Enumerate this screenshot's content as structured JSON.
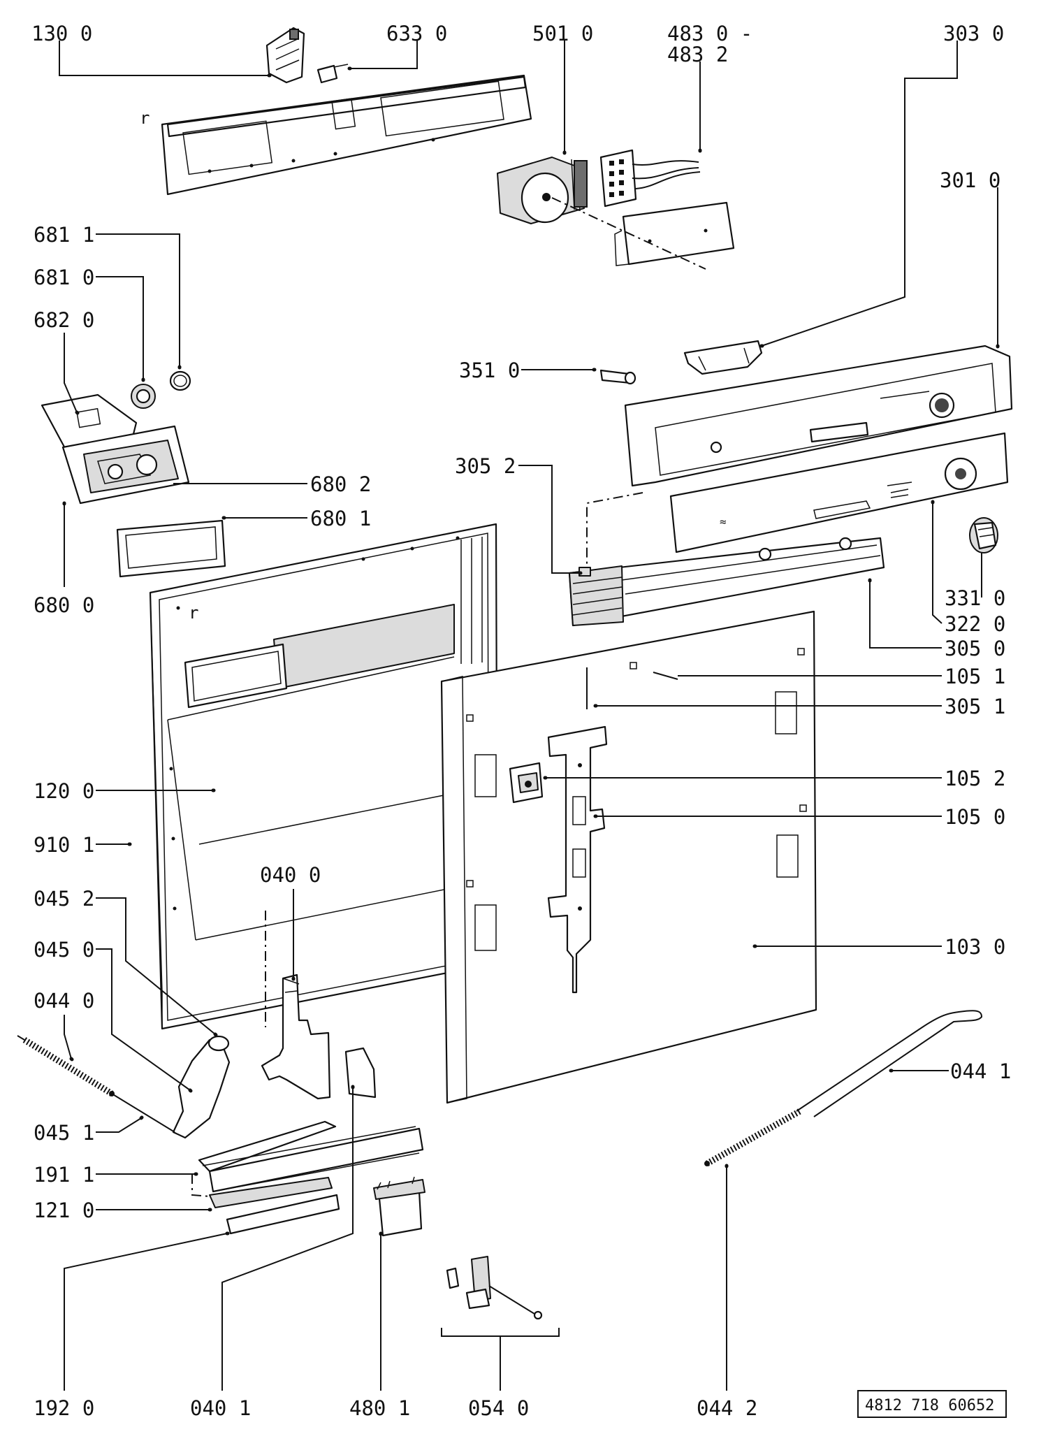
{
  "diagram": {
    "reference_code": "4812 718 60652",
    "corner_letter": "r",
    "callouts": [
      {
        "id": "c1300",
        "text": "130  0"
      },
      {
        "id": "c6330",
        "text": "633  0"
      },
      {
        "id": "c5010",
        "text": "501  0"
      },
      {
        "id": "c4830",
        "text": "483 0 -"
      },
      {
        "id": "c4832",
        "text": "483 2"
      },
      {
        "id": "c3030",
        "text": "303  0"
      },
      {
        "id": "c3010",
        "text": "301  0"
      },
      {
        "id": "c6811",
        "text": "681  1"
      },
      {
        "id": "c6810",
        "text": "681  0"
      },
      {
        "id": "c6820",
        "text": "682  0"
      },
      {
        "id": "c3510",
        "text": "351  0"
      },
      {
        "id": "c3052",
        "text": "305  2"
      },
      {
        "id": "c6802",
        "text": "680  2"
      },
      {
        "id": "c6801",
        "text": "680  1"
      },
      {
        "id": "c6800",
        "text": "680  0"
      },
      {
        "id": "c3310",
        "text": "331  0"
      },
      {
        "id": "c3220",
        "text": "322  0"
      },
      {
        "id": "c3050",
        "text": "305  0"
      },
      {
        "id": "c1051",
        "text": "105  1"
      },
      {
        "id": "c3051",
        "text": "305  1"
      },
      {
        "id": "c1052",
        "text": "105  2"
      },
      {
        "id": "c1050",
        "text": "105  0"
      },
      {
        "id": "c1200",
        "text": "120  0"
      },
      {
        "id": "c9101",
        "text": "910  1"
      },
      {
        "id": "c0400",
        "text": "040  0"
      },
      {
        "id": "c0452",
        "text": "045  2"
      },
      {
        "id": "c0450",
        "text": "045  0"
      },
      {
        "id": "c0440",
        "text": "044  0"
      },
      {
        "id": "c1030",
        "text": "103  0"
      },
      {
        "id": "c0441",
        "text": "044  1"
      },
      {
        "id": "c0451",
        "text": "045  1"
      },
      {
        "id": "c1911",
        "text": "191  1"
      },
      {
        "id": "c1210",
        "text": "121  0"
      },
      {
        "id": "c1920",
        "text": "192  0"
      },
      {
        "id": "c0401",
        "text": "040  1"
      },
      {
        "id": "c4801",
        "text": "480  1"
      },
      {
        "id": "c0540",
        "text": "054  0"
      },
      {
        "id": "c0442",
        "text": "044  2"
      }
    ]
  }
}
